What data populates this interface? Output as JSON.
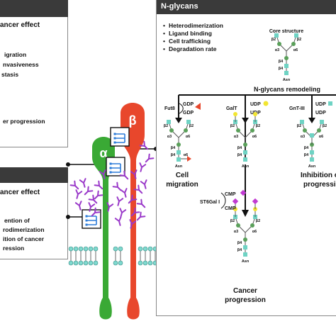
{
  "left_top_panel": {
    "title": "ancer effect",
    "lines": [
      "igration",
      "nvasiveness",
      "stasis",
      "er progression"
    ]
  },
  "left_bottom_panel": {
    "title": "ancer effect",
    "lines": [
      "ention of",
      "rodimerization",
      "ition of cancer",
      "ression"
    ]
  },
  "integrin": {
    "alpha_label": "α",
    "beta_label": "β",
    "alpha_color": "#3aa935",
    "beta_color": "#e8472c"
  },
  "nglycans": {
    "title": "N-glycans",
    "bullets": [
      "Heterodimerization",
      "Ligand binding",
      "Cell trafficking",
      "Degradation rate"
    ],
    "core_label": "Core structure",
    "remodeling_label": "N-glycans remodeling",
    "asn_label": "Asn",
    "linkages": {
      "b2": "β2",
      "a3": "α3",
      "a6": "α6",
      "b4": "β4"
    }
  },
  "enzymes": {
    "fut8": "Fut8",
    "galt": "GalT",
    "gnt3": "GnT-III",
    "st6gal": "ST6Gal I",
    "gdp": "GDP",
    "udp": "UDP",
    "cmp": "CMP"
  },
  "outcomes": {
    "cell_migration": [
      "Cell",
      "migration"
    ],
    "inhibition": [
      "Inhibition of c",
      "progressi"
    ],
    "cancer_progression": [
      "Cancer",
      "progression"
    ]
  },
  "colors": {
    "glcnac": "#6fd3c4",
    "mannose": "#5aa05a",
    "galactose": "#f2e531",
    "fucose": "#e8472c",
    "sialic": "#c13bd2",
    "header": "#3a3a3a",
    "membrane": "#7fd9cf",
    "glycan_ligand": "#9a39c9"
  }
}
